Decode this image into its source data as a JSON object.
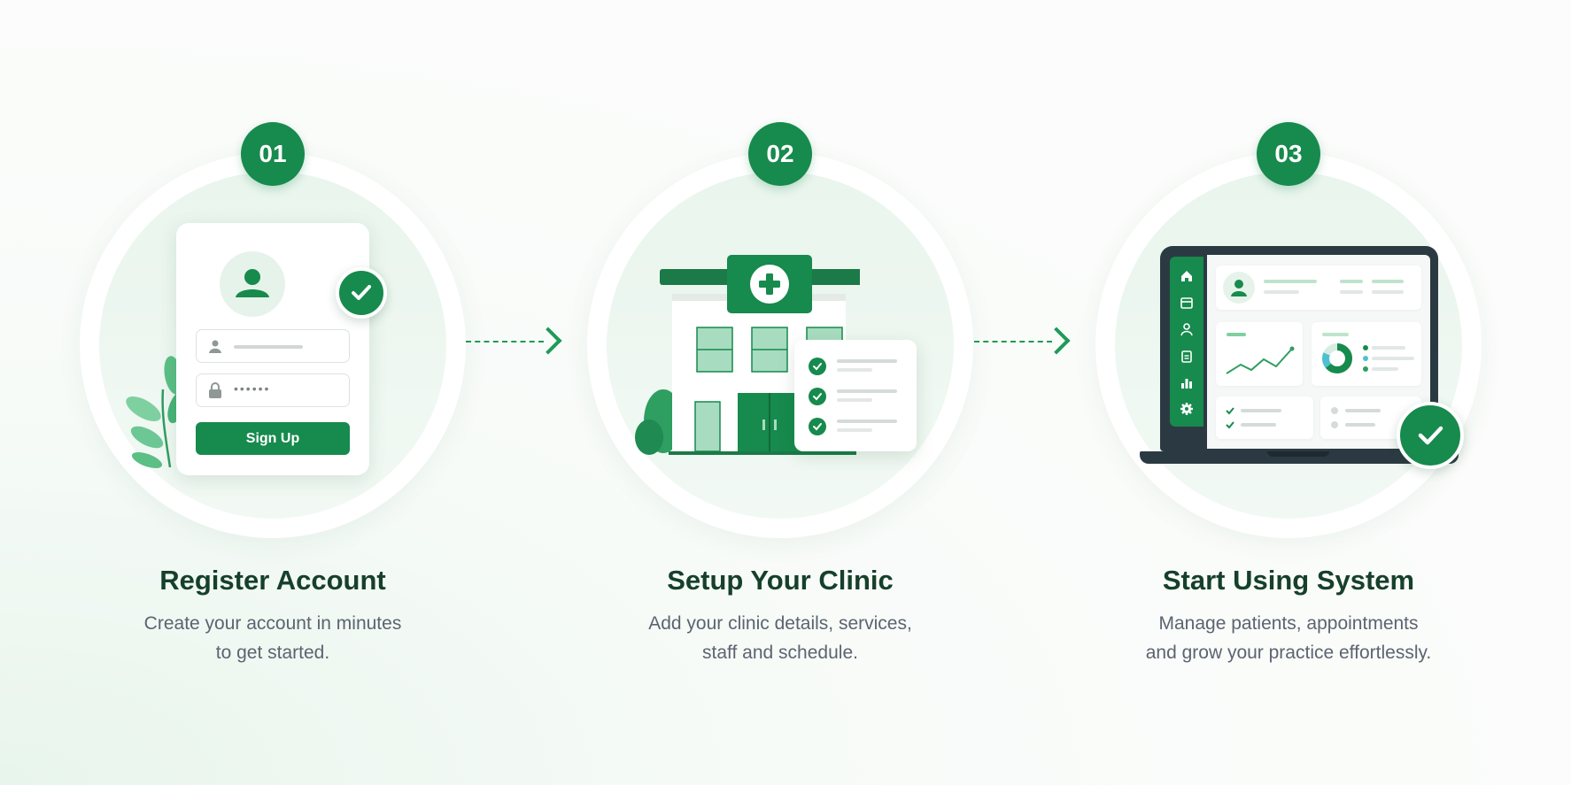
{
  "steps": [
    {
      "number": "01",
      "title": "Register Account",
      "description_line1": "Create your account in minutes",
      "description_line2": "to get started.",
      "illustration": {
        "password_mask": "••••••",
        "signup_label": "Sign Up"
      }
    },
    {
      "number": "02",
      "title": "Setup Your Clinic",
      "description_line1": "Add your clinic details, services,",
      "description_line2": "staff and schedule."
    },
    {
      "number": "03",
      "title": "Start Using System",
      "description_line1": "Manage patients, appointments",
      "description_line2": "and grow your practice effortlessly."
    }
  ],
  "colors": {
    "primary": "#178a4d",
    "title": "#16402b",
    "description": "#5b6470",
    "circle_fill": "#e9f5ed"
  },
  "icons": [
    "user-icon",
    "lock-icon",
    "check-icon",
    "arrow-right-icon",
    "medical-cross-icon",
    "home-icon",
    "calendar-icon",
    "person-icon",
    "clipboard-icon",
    "bar-chart-icon",
    "gear-icon"
  ]
}
